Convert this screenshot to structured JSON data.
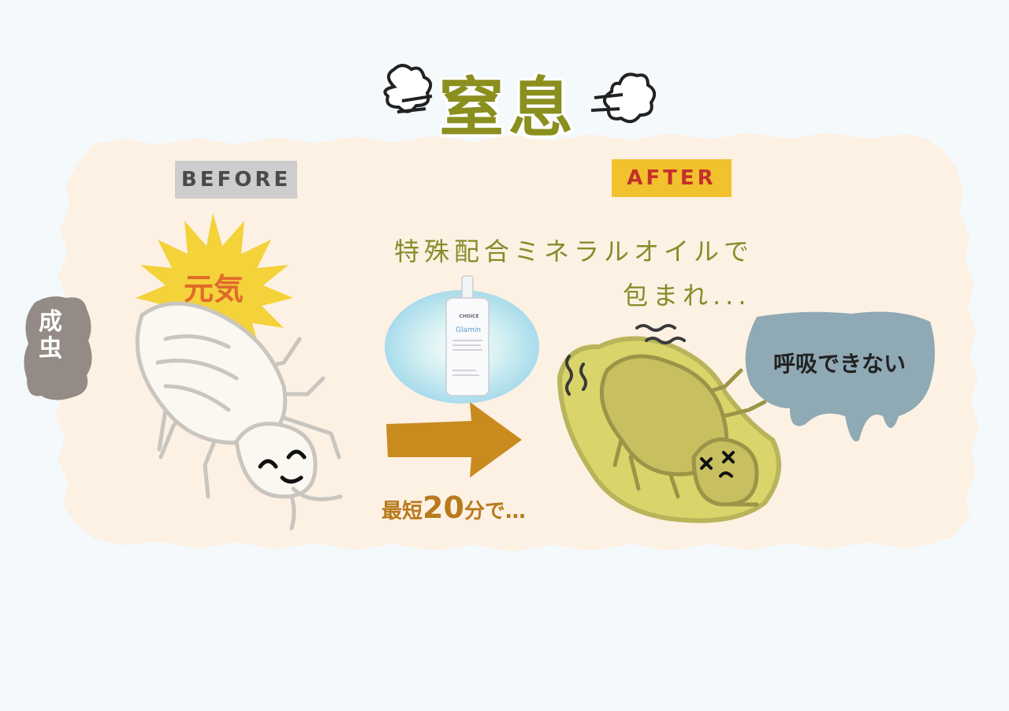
{
  "title": "窒息",
  "before_label": "BEFORE",
  "after_label": "AFTER",
  "side_label": "成虫",
  "before_state": "元気",
  "caption_line1": "特殊配合ミネラルオイルで",
  "caption_line2": "包まれ...",
  "time_prefix": "最短",
  "time_number": "20",
  "time_suffix": "分で…",
  "after_state": "呼吸できない",
  "product": {
    "brand": "CHOICE",
    "name": "Glamin"
  },
  "colors": {
    "background": "#f4f9fc",
    "panel": "#fdf1e4",
    "title": "#8a8f1e",
    "before_tag": "#cdcdcd",
    "after_tag": "#f2c12e",
    "after_text": "#c4312a",
    "arrow": "#c98a1e",
    "oil_blob": "#d9d56a",
    "speech_bubble": "#8fa9b5"
  },
  "icons": [
    "puff-left-icon",
    "puff-right-icon",
    "sun-burst-icon",
    "arrow-right-icon",
    "shampoo-bottle-icon",
    "louse-happy-icon",
    "louse-suffocating-icon",
    "speech-bubble-icon"
  ]
}
